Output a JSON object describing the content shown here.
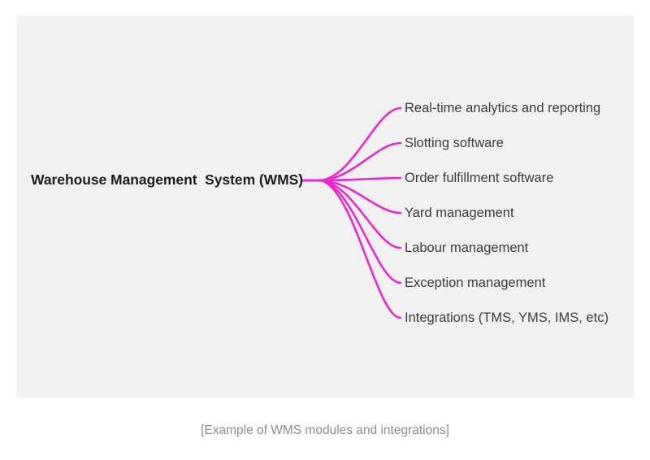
{
  "figure": {
    "caption": "[Example of WMS modules and integrations]",
    "panel_background": "#f1f1f1",
    "page_background": "#ffffff"
  },
  "diagram": {
    "type": "mind-map",
    "accent_color": "#ec27d2",
    "root": {
      "label": "Warehouse Management  System (WMS)",
      "text_color": "#1c1c1c"
    },
    "branches": [
      {
        "label": "Real-time analytics and reporting"
      },
      {
        "label": "Slotting software"
      },
      {
        "label": "Order fulfillment software"
      },
      {
        "label": "Yard management"
      },
      {
        "label": "Labour management"
      },
      {
        "label": "Exception management"
      },
      {
        "label": "Integrations (TMS, YMS, IMS, etc)"
      }
    ]
  }
}
